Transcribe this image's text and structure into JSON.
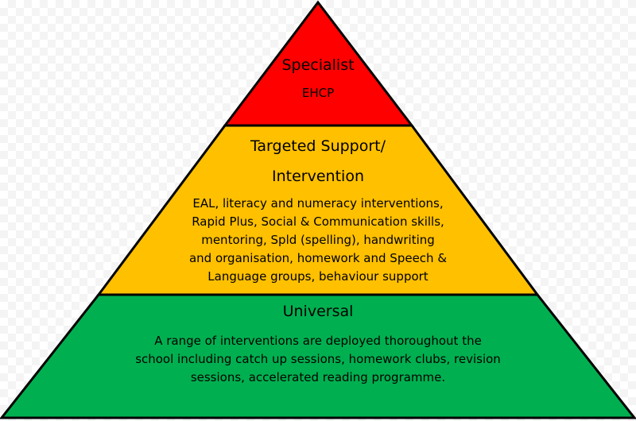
{
  "colors": {
    "specialist": "#ff0000",
    "targeted": "#ffc000",
    "universal": "#00b050",
    "outline": "#000000"
  },
  "tiers": {
    "specialist": {
      "title": "Specialist",
      "body": "EHCP"
    },
    "targeted": {
      "title_line1": "Targeted Support/",
      "title_line2": "Intervention",
      "body": "EAL, literacy and numeracy interventions,\nRapid Plus, Social & Communication skills,\nmentoring, Spld (spelling), handwriting\nand organisation, homework and Speech &\nLanguage groups, behaviour support"
    },
    "universal": {
      "title": "Universal",
      "body": "A range of interventions are deployed thoroughout the\nschool including catch up sessions, homework clubs, revision\nsessions, accelerated reading programme."
    }
  }
}
